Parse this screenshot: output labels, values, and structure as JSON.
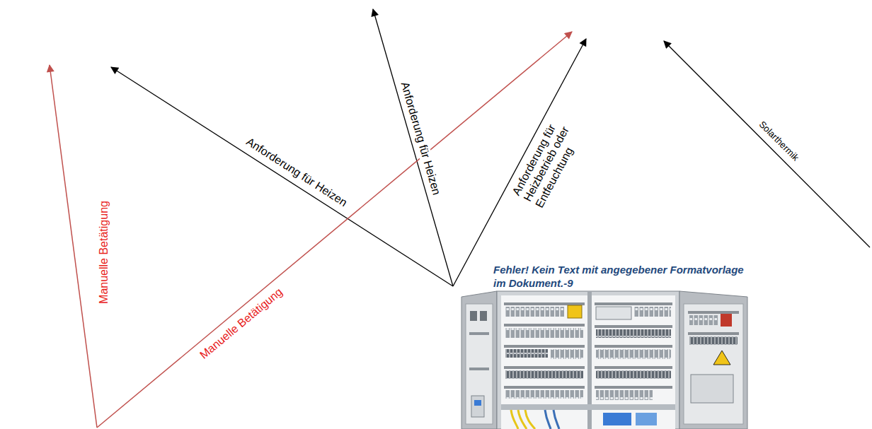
{
  "diagram": {
    "caption": "Fehler! Kein Text mit angegebener Formatvorlage im Dokument.-9",
    "labels": [
      "Anforderung für Heizen",
      "Anforderung für Heizen",
      "Anforderung für Heizbetrieb oder Entfeuchtung",
      "Solarthermik",
      "Manuelle Betätigung",
      "Manuelle Betätigung"
    ]
  }
}
